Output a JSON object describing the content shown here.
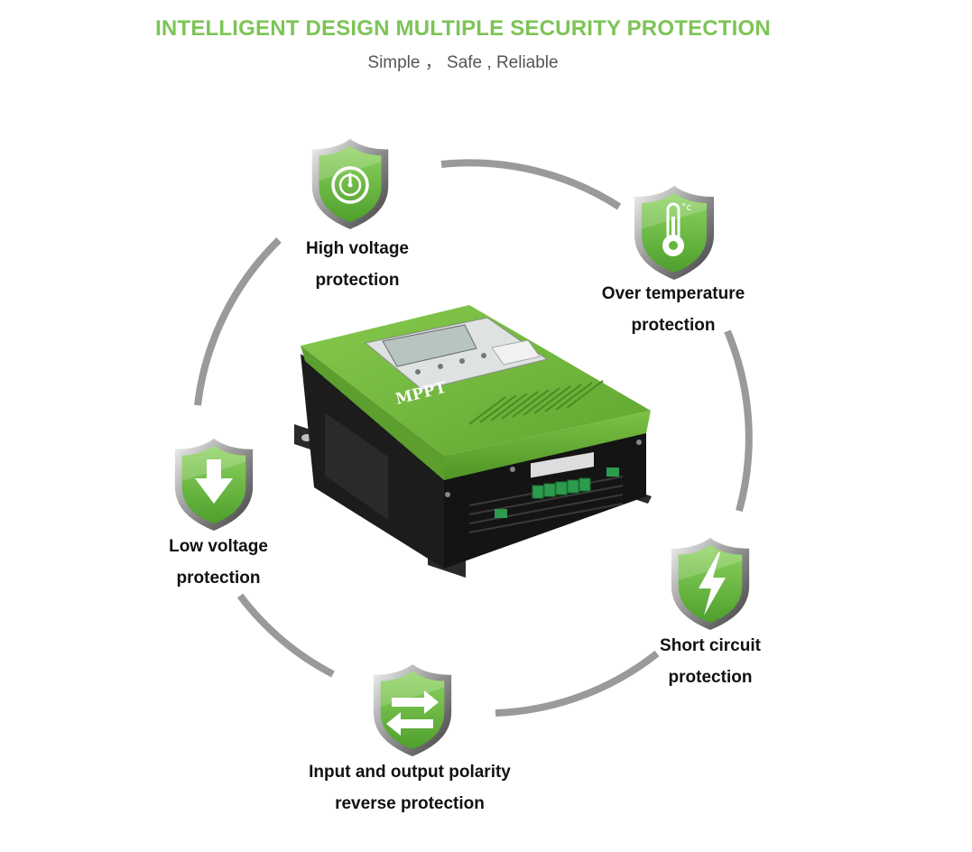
{
  "header": {
    "title": "INTELLIGENT DESIGN MULTIPLE SECURITY PROTECTION",
    "subtitle": "Simple ， Safe , Reliable"
  },
  "colors": {
    "accent": "#7dc456",
    "shield_green": "#63b63a",
    "ring": "#9a9a9a",
    "device_green": "#72b63b",
    "device_dark": "#1b1b1b"
  },
  "device": {
    "brand": "MPPT"
  },
  "features": [
    {
      "icon": "gauge-icon",
      "line1": "High voltage",
      "line2": "protection"
    },
    {
      "icon": "thermometer-icon",
      "line1": "Over temperature",
      "line2": "protection"
    },
    {
      "icon": "lightning-icon",
      "line1": "Short circuit",
      "line2": "protection"
    },
    {
      "icon": "swap-arrows-icon",
      "line1": "Input and output polarity",
      "line2": "reverse protection"
    },
    {
      "icon": "down-arrow-icon",
      "line1": "Low voltage",
      "line2": "protection"
    }
  ]
}
